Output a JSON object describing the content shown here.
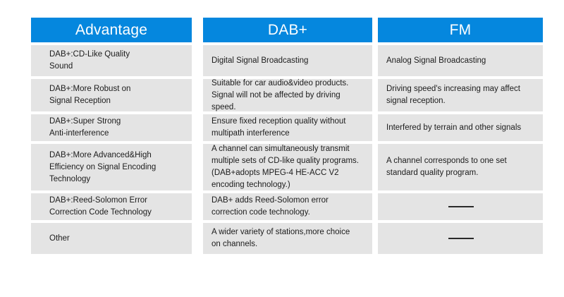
{
  "table": {
    "columns": [
      {
        "key": "advantage",
        "header": "Advantage",
        "cells": [
          "DAB+:CD-Like Quality\nSound",
          "DAB+:More Robust on\nSignal Reception",
          "DAB+:Super Strong\nAnti-interference",
          "DAB+:More Advanced&High\nEfficiency on Signal Encoding\nTechnology",
          "DAB+:Reed-Solomon Error\nCorrection Code Technology",
          "Other"
        ]
      },
      {
        "key": "dabplus",
        "header": "DAB+",
        "cells": [
          "Digital Signal Broadcasting",
          "Suitable for car audio&video products.\nSignal will not be affected by driving\nspeed.",
          "Ensure fixed reception quality without\nmultipath interference",
          "A channel can simultaneously transmit\nmultiple sets of CD-like quality programs.\n(DAB+adopts MPEG-4 HE-ACC V2\nencoding technology.)",
          "DAB+ adds Reed-Solomon error\ncorrection code technology.",
          "A wider variety of stations,more choice\non channels."
        ]
      },
      {
        "key": "fm",
        "header": "FM",
        "cells": [
          "Analog Signal Broadcasting",
          "Driving speed's increasing may affect\nsignal reception.",
          "Interfered by terrain and other signals",
          "A channel corresponds to one set\nstandard quality program.",
          "—",
          "—"
        ]
      }
    ]
  },
  "colors": {
    "header_blue": "#0587de",
    "cell_gray": "#e4e4e4",
    "text": "#1c1c1c",
    "page_background": "#ffffff"
  }
}
